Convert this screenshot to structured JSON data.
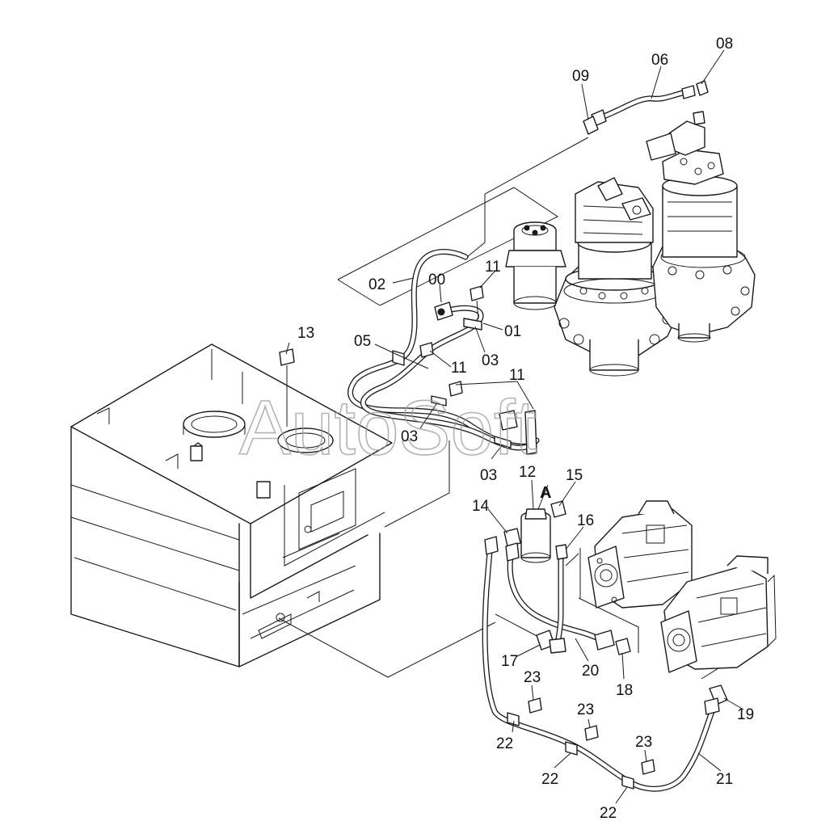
{
  "watermark": "AutoSoft",
  "labels": {
    "l00": "00",
    "l01": "01",
    "l02": "02",
    "l03a": "03",
    "l03b": "03",
    "l03c": "03",
    "l05": "05",
    "l06": "06",
    "l08": "08",
    "l09": "09",
    "l11a": "11",
    "l11b": "11",
    "l11c": "11",
    "l12": "12",
    "lA": "A",
    "l13": "13",
    "l14": "14",
    "l15": "15",
    "l16": "16",
    "l17": "17",
    "l18": "18",
    "l19": "19",
    "l20": "20",
    "l21": "21",
    "l22a": "22",
    "l22b": "22",
    "l22c": "22",
    "l23a": "23",
    "l23b": "23",
    "l23c": "23"
  }
}
